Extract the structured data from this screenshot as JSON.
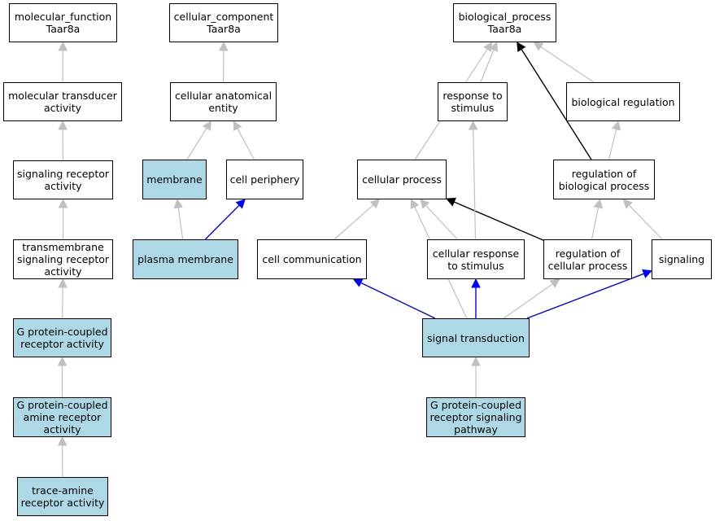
{
  "colors": {
    "highlight_fill": "#add8e6",
    "edge_gray": "#c0c0c0",
    "edge_blue": "#0000ff",
    "edge_black": "#000000"
  },
  "nodes": [
    {
      "id": "mf_root",
      "label": "molecular_function\nTaar8a",
      "highlighted": false
    },
    {
      "id": "mol_transducer",
      "label": "molecular transducer\nactivity",
      "highlighted": false
    },
    {
      "id": "sig_receptor",
      "label": "signaling receptor\nactivity",
      "highlighted": false
    },
    {
      "id": "tm_sig_receptor",
      "label": "transmembrane\nsignaling receptor\nactivity",
      "highlighted": false
    },
    {
      "id": "gpcr_activity",
      "label": "G protein-coupled\nreceptor activity",
      "highlighted": true
    },
    {
      "id": "gpc_amine",
      "label": "G protein-coupled\namine receptor\nactivity",
      "highlighted": true
    },
    {
      "id": "trace_amine",
      "label": "trace-amine\nreceptor activity",
      "highlighted": true
    },
    {
      "id": "cc_root",
      "label": "cellular_component\nTaar8a",
      "highlighted": false
    },
    {
      "id": "cell_anat",
      "label": "cellular anatomical\nentity",
      "highlighted": false
    },
    {
      "id": "membrane",
      "label": "membrane",
      "highlighted": true
    },
    {
      "id": "cell_periphery",
      "label": "cell periphery",
      "highlighted": false
    },
    {
      "id": "plasma_membrane",
      "label": "plasma membrane",
      "highlighted": true
    },
    {
      "id": "bp_root",
      "label": "biological_process\nTaar8a",
      "highlighted": false
    },
    {
      "id": "resp_stimulus",
      "label": "response to\nstimulus",
      "highlighted": false
    },
    {
      "id": "bio_reg",
      "label": "biological regulation",
      "highlighted": false
    },
    {
      "id": "cellular_process",
      "label": "cellular process",
      "highlighted": false
    },
    {
      "id": "reg_bio_proc",
      "label": "regulation of\nbiological process",
      "highlighted": false
    },
    {
      "id": "cell_comm",
      "label": "cell communication",
      "highlighted": false
    },
    {
      "id": "cell_resp_stim",
      "label": "cellular response\nto stimulus",
      "highlighted": false
    },
    {
      "id": "reg_cell_proc",
      "label": "regulation of\ncellular process",
      "highlighted": false
    },
    {
      "id": "signaling",
      "label": "signaling",
      "highlighted": false
    },
    {
      "id": "signal_transduction",
      "label": "signal transduction",
      "highlighted": true
    },
    {
      "id": "gpcr_pathway",
      "label": "G protein-coupled\nreceptor signaling\npathway",
      "highlighted": true
    }
  ],
  "edges": [
    {
      "from": "mol_transducer",
      "to": "mf_root",
      "type": "is_a"
    },
    {
      "from": "sig_receptor",
      "to": "mol_transducer",
      "type": "is_a"
    },
    {
      "from": "tm_sig_receptor",
      "to": "sig_receptor",
      "type": "is_a"
    },
    {
      "from": "gpcr_activity",
      "to": "tm_sig_receptor",
      "type": "is_a"
    },
    {
      "from": "gpc_amine",
      "to": "gpcr_activity",
      "type": "is_a"
    },
    {
      "from": "trace_amine",
      "to": "gpc_amine",
      "type": "is_a"
    },
    {
      "from": "cell_anat",
      "to": "cc_root",
      "type": "is_a"
    },
    {
      "from": "membrane",
      "to": "cell_anat",
      "type": "is_a"
    },
    {
      "from": "cell_periphery",
      "to": "cell_anat",
      "type": "is_a"
    },
    {
      "from": "plasma_membrane",
      "to": "membrane",
      "type": "is_a"
    },
    {
      "from": "plasma_membrane",
      "to": "cell_periphery",
      "type": "part_of"
    },
    {
      "from": "cellular_process",
      "to": "bp_root",
      "type": "is_a"
    },
    {
      "from": "resp_stimulus",
      "to": "bp_root",
      "type": "is_a"
    },
    {
      "from": "reg_bio_proc",
      "to": "bp_root",
      "type": "regulates"
    },
    {
      "from": "bio_reg",
      "to": "bp_root",
      "type": "is_a"
    },
    {
      "from": "reg_bio_proc",
      "to": "bio_reg",
      "type": "is_a"
    },
    {
      "from": "cell_comm",
      "to": "cellular_process",
      "type": "is_a"
    },
    {
      "from": "signal_transduction",
      "to": "cellular_process",
      "type": "is_a"
    },
    {
      "from": "cell_resp_stim",
      "to": "cellular_process",
      "type": "is_a"
    },
    {
      "from": "reg_cell_proc",
      "to": "cellular_process",
      "type": "regulates"
    },
    {
      "from": "cell_resp_stim",
      "to": "resp_stimulus",
      "type": "is_a"
    },
    {
      "from": "reg_cell_proc",
      "to": "reg_bio_proc",
      "type": "is_a"
    },
    {
      "from": "signaling",
      "to": "reg_bio_proc",
      "type": "is_a"
    },
    {
      "from": "signal_transduction",
      "to": "cell_comm",
      "type": "part_of"
    },
    {
      "from": "signal_transduction",
      "to": "cell_resp_stim",
      "type": "part_of"
    },
    {
      "from": "signal_transduction",
      "to": "reg_cell_proc",
      "type": "is_a"
    },
    {
      "from": "signal_transduction",
      "to": "signaling",
      "type": "part_of"
    },
    {
      "from": "gpcr_pathway",
      "to": "signal_transduction",
      "type": "is_a"
    }
  ]
}
